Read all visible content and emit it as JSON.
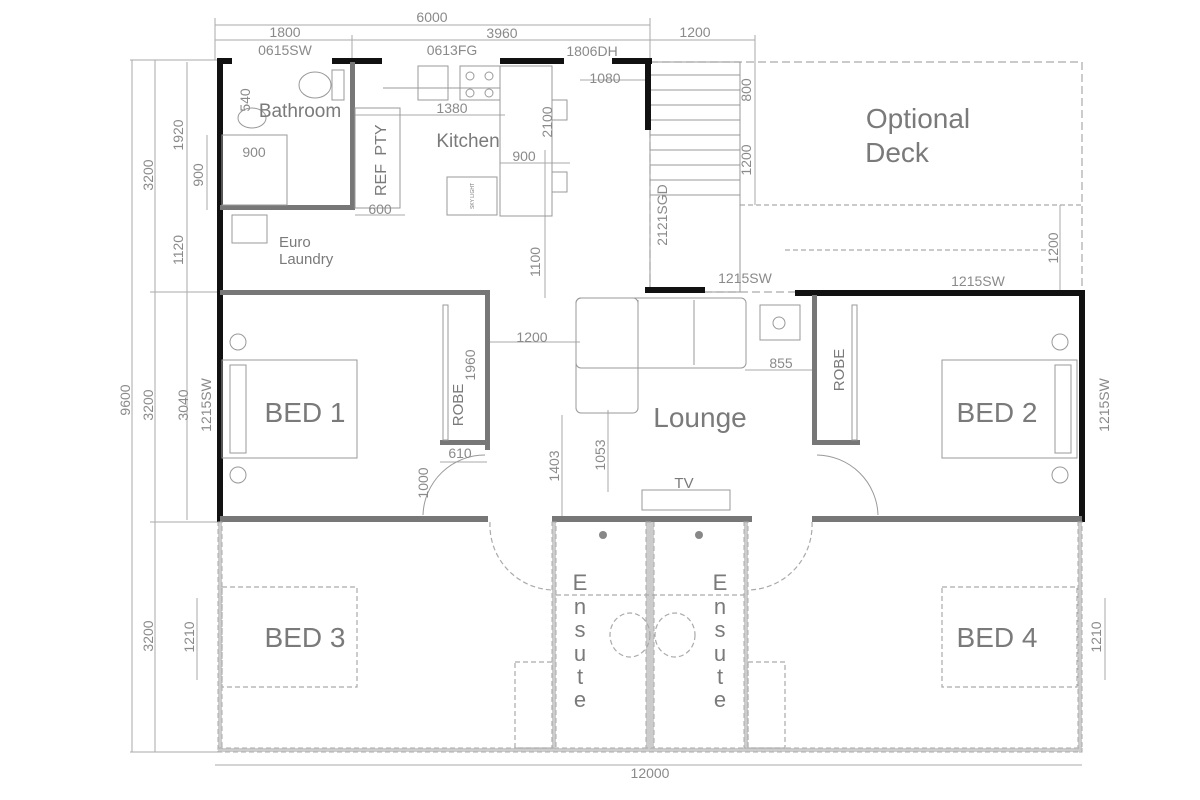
{
  "dimensions": {
    "top_total": "6000",
    "top_left": "1800",
    "top_mid": "3960",
    "top_right": "1200",
    "bottom_total": "12000",
    "left_total": "9600",
    "left_upper": "3200",
    "left_middle": "3200",
    "left_lower": "3200",
    "bath_height": "1920",
    "shower_height": "900",
    "laundry_height": "1120",
    "bed1_height": "3040",
    "bed3_window": "1210",
    "bed4_window": "1210",
    "vanity": "540",
    "shower_width": "900",
    "ref_width": "600",
    "kitchen_bench": "1380",
    "island_width": "900",
    "island_length": "2100",
    "kitchen_clear": "1080",
    "hall_clear": "1100",
    "deck_upper": "800",
    "deck_mid": "1200",
    "deck_right": "1200",
    "lounge_gap": "1200",
    "robe1_length": "1960",
    "fire_gap": "855",
    "robe1_depth": "610",
    "bed1_door": "1000",
    "lounge_to_wall": "1403",
    "sofa_to_tv": "1053"
  },
  "openings": {
    "bath_window": "0615SW",
    "kitchen_window": "0613FG",
    "kitchen_window_2": "1806DH",
    "sliding_door": "2121SGD",
    "lounge_window": "1215SW",
    "bed2_top_window": "1215SW",
    "bed1_window": "1215SW",
    "bed2_window": "1215SW"
  },
  "rooms": {
    "bathroom": "Bathroom",
    "kitchen": "Kitchen",
    "pantry": "PTY",
    "fridge": "REF",
    "laundry_1": "Euro",
    "laundry_2": "Laundry",
    "deck_1": "Optional",
    "deck_2": "Deck",
    "bed1": "BED 1",
    "bed2": "BED 2",
    "bed3": "BED 3",
    "bed4": "BED 4",
    "lounge": "Lounge",
    "robe1": "ROBE",
    "robe2": "ROBE",
    "tv": "TV",
    "ensuite_letters": [
      "E",
      "n",
      "s",
      "u",
      "t",
      "e"
    ],
    "skylight": "SKY LIGHT"
  }
}
